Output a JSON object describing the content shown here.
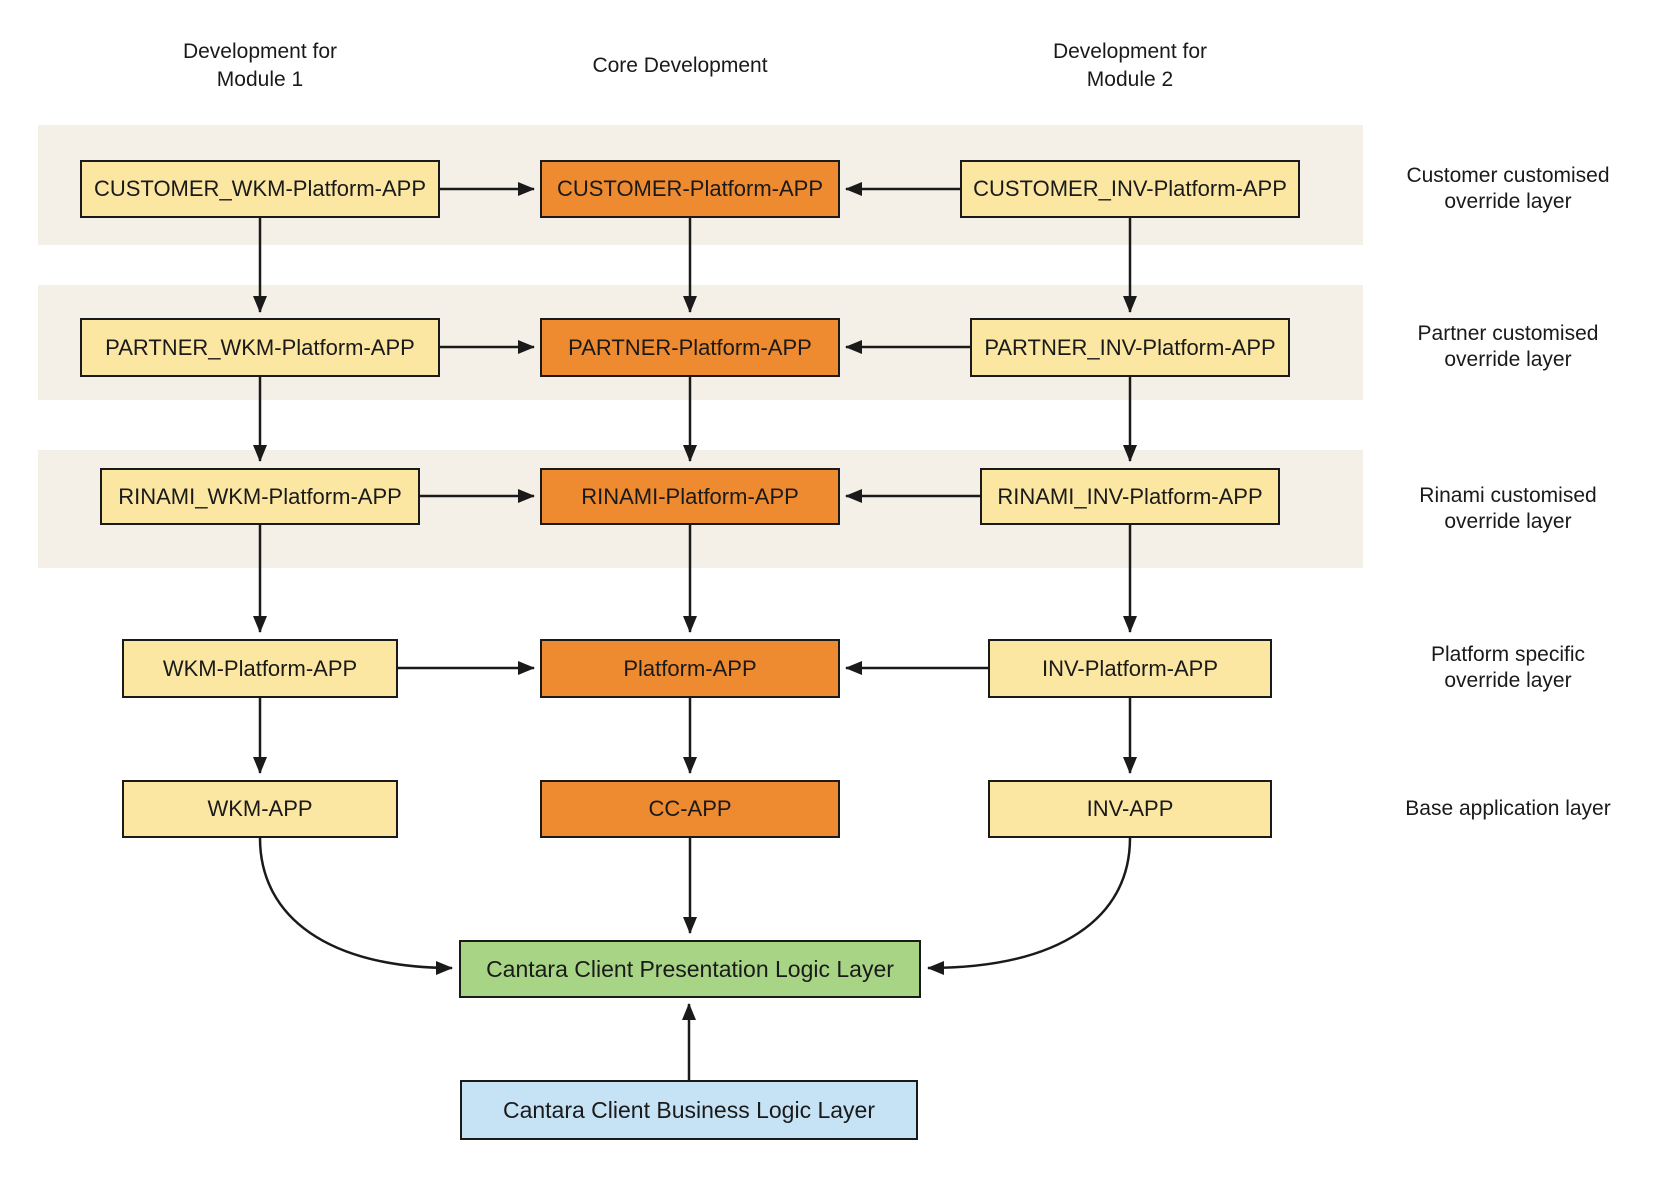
{
  "column_headers": {
    "left": "Development for\nModule 1",
    "center": "Core Development",
    "right": "Development for\nModule 2"
  },
  "rows": [
    {
      "left": "CUSTOMER_WKM-Platform-APP",
      "center": "CUSTOMER-Platform-APP",
      "right": "CUSTOMER_INV-Platform-APP",
      "layer_label": "Customer customised\noverride layer"
    },
    {
      "left": "PARTNER_WKM-Platform-APP",
      "center": "PARTNER-Platform-APP",
      "right": "PARTNER_INV-Platform-APP",
      "layer_label": "Partner customised\noverride layer"
    },
    {
      "left": "RINAMI_WKM-Platform-APP",
      "center": "RINAMI-Platform-APP",
      "right": "RINAMI_INV-Platform-APP",
      "layer_label": "Rinami customised\noverride layer"
    },
    {
      "left": "WKM-Platform-APP",
      "center": "Platform-APP",
      "right": "INV-Platform-APP",
      "layer_label": "Platform specific\noverride layer"
    },
    {
      "left": "WKM-APP",
      "center": "CC-APP",
      "right": "INV-APP",
      "layer_label": "Base application layer"
    }
  ],
  "bottom": {
    "presentation": "Cantara Client Presentation Logic Layer",
    "business": "Cantara Client Business Logic Layer"
  },
  "colors": {
    "module_box": "#FBE7A2",
    "core_box": "#EE8A2F",
    "presentation_box": "#A8D585",
    "business_box": "#C6E2F5",
    "band": "#F4F0E7",
    "border": "#1A1A1A",
    "text": "#1A1A1A"
  }
}
